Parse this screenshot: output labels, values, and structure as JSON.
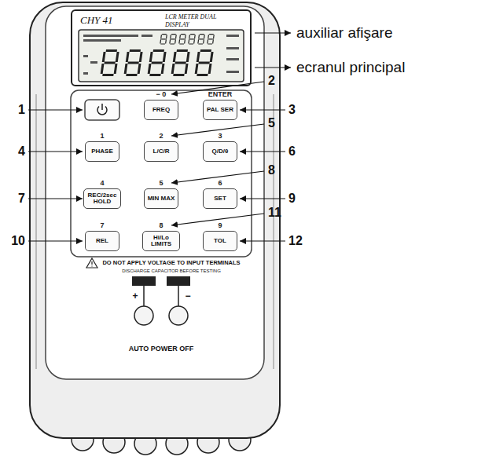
{
  "diagram": {
    "nodes": [
      {
        "text": [
          "CHY 41",
          "LCR METER DUAL DISPLAY"
        ]
      },
      {
        "text": [
          "− 0",
          "FREQ"
        ]
      },
      {
        "text": [
          "ENTER",
          "PAL SER"
        ]
      },
      {
        "text": [
          "1",
          "PHASE"
        ]
      },
      {
        "text": [
          "2",
          "L/C/R"
        ]
      },
      {
        "text": [
          "3",
          "Q/D/θ"
        ]
      },
      {
        "text": [
          "4",
          "REC/2sec HOLD"
        ]
      },
      {
        "text": [
          "5",
          "MIN MAX"
        ]
      },
      {
        "text": [
          "6",
          "SET"
        ]
      },
      {
        "text": [
          "7",
          "REL"
        ]
      },
      {
        "text": [
          "8",
          "Hi/Lo LIMITS"
        ]
      },
      {
        "text": [
          "9",
          "TOL"
        ]
      }
    ],
    "labels": [
      "auxiliar afişare",
      "ecranul principal",
      "1",
      "2",
      "3",
      "4",
      "5",
      "6",
      "7",
      "8",
      "9",
      "10",
      "11",
      "12",
      "DO NOT APPLY VOLTAGE TO INPUT TERMINALS",
      "DISCHARGE CAPACITOR BEFORE TESTING",
      "+",
      "−",
      "AUTO POWER OFF"
    ]
  }
}
